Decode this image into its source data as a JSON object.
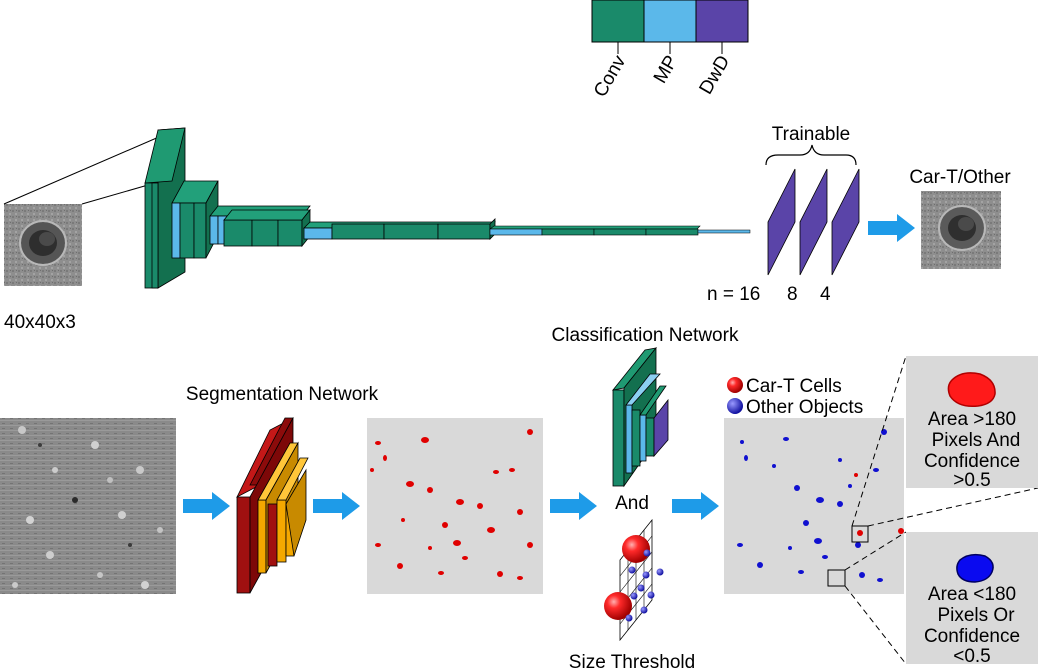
{
  "legend": {
    "items": [
      {
        "label": "Conv",
        "color": "#1a8a6a"
      },
      {
        "label": "MP",
        "color": "#5bb8ea"
      },
      {
        "label": "DwD",
        "color": "#5a44a8"
      }
    ]
  },
  "top": {
    "input_size": "40x40x3",
    "trainable_label": "Trainable",
    "n_label": "n = 16",
    "n2_label": "8",
    "n3_label": "4",
    "output_label": "Car-T/Other"
  },
  "bottom": {
    "segmentation_label": "Segmentation Network",
    "classification_label": "Classification Network",
    "and_label": "And",
    "size_threshold_label": "Size Threshold",
    "legend_cart": "Car-T Cells",
    "legend_other": "Other Objects",
    "rule_cart": [
      "Area >180",
      "Pixels And",
      "Confidence",
      ">0.5"
    ],
    "rule_other": [
      "Area <180",
      "Pixels Or",
      "Confidence",
      "<0.5"
    ]
  },
  "colors": {
    "conv": "#1a8a6a",
    "mp": "#5bb8ea",
    "dwd": "#5a44a8",
    "seg_red": "#a01010",
    "seg_orange": "#f4a800",
    "arrow": "#1e9be8",
    "cart": "#e00000",
    "other": "#1010d0",
    "panel_gray": "#d9d9d9"
  }
}
